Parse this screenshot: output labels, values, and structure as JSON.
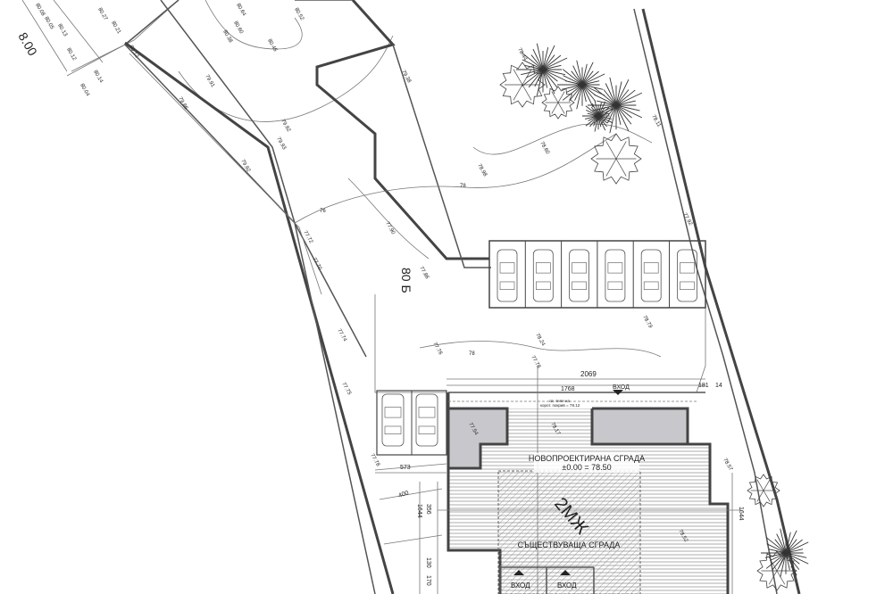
{
  "plan": {
    "road_width": "8.00",
    "plot_number": "80 Б",
    "dim_total": "2069",
    "dim_left": "1768",
    "dim_right_a": "181",
    "dim_right_b": "14",
    "entrance_top": "ВХОД",
    "entrance_bottom_1": "ВХОД",
    "entrance_bottom_2": "ВХОД",
    "new_building": "НОВОПРОЕКТИРАНА СГРАДА",
    "new_building_level": "±0.00 = 78.50",
    "existing_code": "2МЖ",
    "existing_building": "СЪЩЕСТВУВАЩА СГРАДА",
    "ground_note_1": "св. теле на",
    "ground_note_2": "корот. покрив = 78.12",
    "dim_573": "573",
    "dim_400": "400",
    "dim_1644": "1644",
    "dim_356": "356",
    "dim_130": "130",
    "dim_170": "170",
    "dim_1644_right": "1644",
    "contour_78": "78",
    "contour_78b": "78",
    "contour_76": "76",
    "elevations": [
      "80.08",
      "80.05",
      "80.27",
      "80.13",
      "80.21",
      "80.12",
      "80.14",
      "80.04",
      "80.64",
      "80.60",
      "80.38",
      "80.46",
      "80.52",
      "80.12",
      "79.91",
      "79.86",
      "79.92",
      "79.93",
      "79.92",
      "78.98",
      "79.38",
      "78.44",
      "78.60",
      "78.11",
      "77.92",
      "77.90",
      "77.72",
      "77.70",
      "77.74",
      "77.75",
      "77.78",
      "77.86",
      "78.79",
      "78.24",
      "77.78",
      "77.76",
      "77.54",
      "78.17",
      "78.52",
      "78.57"
    ]
  }
}
